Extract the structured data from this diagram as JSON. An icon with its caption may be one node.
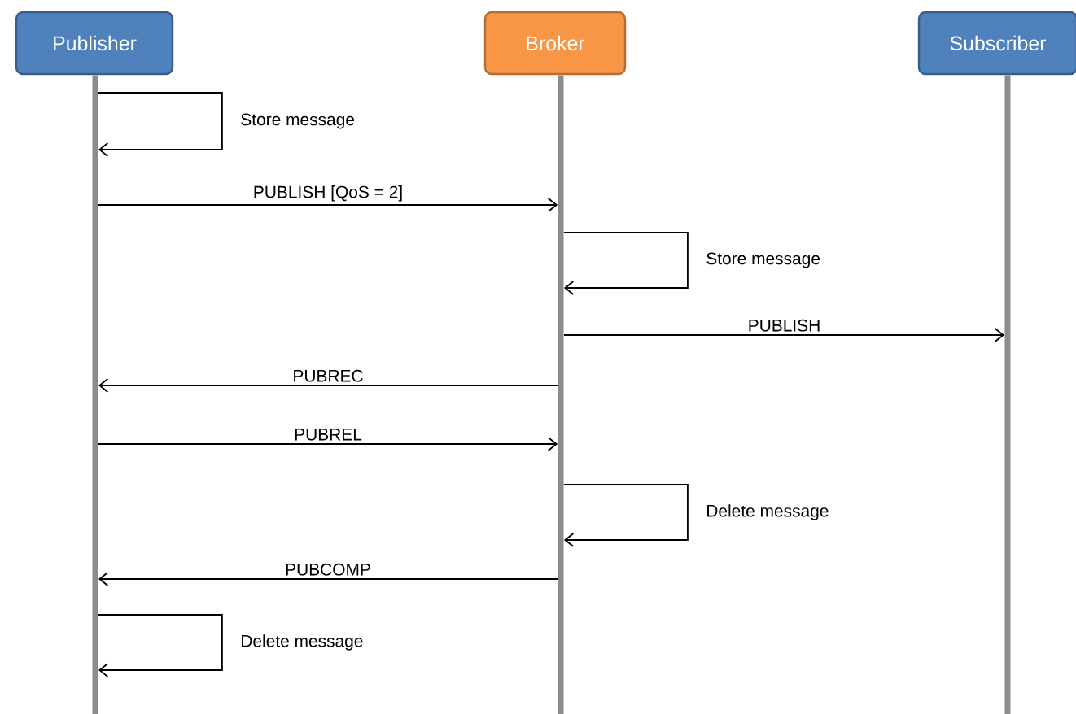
{
  "diagram": {
    "nodes": [
      {
        "text": [
          "Publisher"
        ]
      },
      {
        "text": [
          "Broker"
        ]
      },
      {
        "text": [
          "Subscriber"
        ]
      },
      {
        "text": [],
        "shape": "bar"
      },
      {
        "text": [],
        "shape": "bar"
      },
      {
        "text": [],
        "shape": "bar"
      }
    ],
    "edges": [
      {
        "from": 3,
        "to": 3,
        "arrow": "to",
        "label": "Store message"
      },
      {
        "from": 3,
        "to": 4,
        "arrow": "to",
        "label": "PUBLISH [QoS = 2]"
      },
      {
        "from": 4,
        "to": 4,
        "arrow": "to",
        "label": "Store message"
      },
      {
        "from": 4,
        "to": 5,
        "arrow": "to",
        "label": "PUBLISH"
      },
      {
        "from": 4,
        "to": 3,
        "arrow": "to",
        "label": "PUBREC"
      },
      {
        "from": 3,
        "to": 4,
        "arrow": "to",
        "label": "PUBREL"
      },
      {
        "from": 4,
        "to": 4,
        "arrow": "to",
        "label": "Delete message"
      },
      {
        "from": 4,
        "to": 3,
        "arrow": "to",
        "label": "PUBCOMP"
      },
      {
        "from": 3,
        "to": 3,
        "arrow": "to",
        "label": "Delete message"
      }
    ]
  }
}
